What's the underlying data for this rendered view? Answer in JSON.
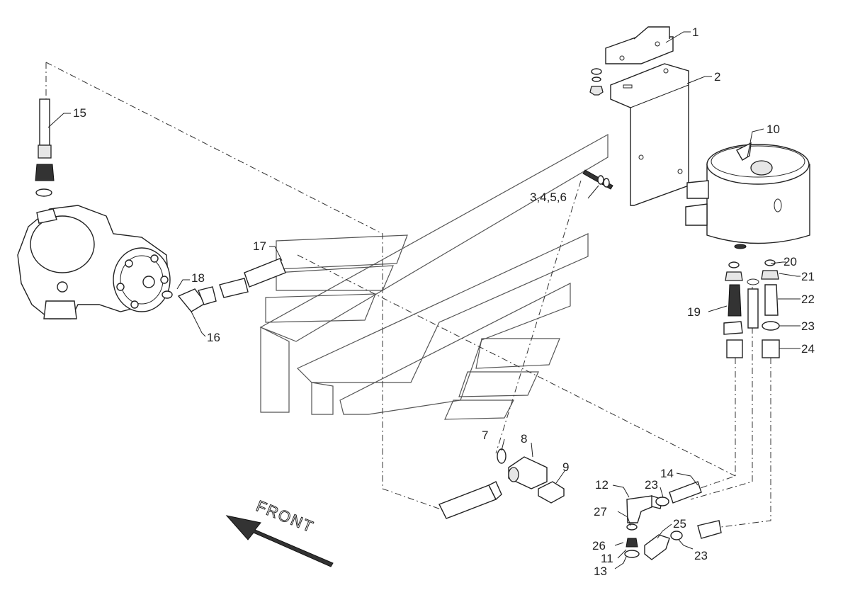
{
  "callouts": {
    "c1": "1",
    "c2": "2",
    "c3456": "3,4,5,6",
    "c7": "7",
    "c8": "8",
    "c9": "9",
    "c10": "10",
    "c11": "11",
    "c12": "12",
    "c13": "13",
    "c14": "14",
    "c15": "15",
    "c16": "16",
    "c17": "17",
    "c18": "18",
    "c19": "19",
    "c20": "20",
    "c21": "21",
    "c22": "22",
    "c23a": "23",
    "c23b": "23",
    "c23c": "23",
    "c24": "24",
    "c25": "25",
    "c26": "26",
    "c27": "27"
  },
  "direction_label": "FRONT"
}
